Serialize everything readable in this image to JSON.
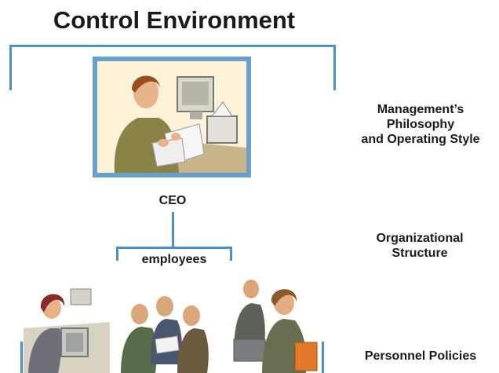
{
  "title": "Control Environment",
  "nodes": {
    "ceo": "CEO",
    "employees": "employees"
  },
  "factors": {
    "management_line1": "Management’s",
    "management_line2": "Philosophy",
    "management_line3": "and Operating Style",
    "org_line1": "Organizational",
    "org_line2": "Structure",
    "personnel": "Personnel Policies"
  },
  "colors": {
    "bracket": "#4a90c8",
    "frame": "#6a9ecb",
    "frame_fill": "#fdf1d7"
  }
}
